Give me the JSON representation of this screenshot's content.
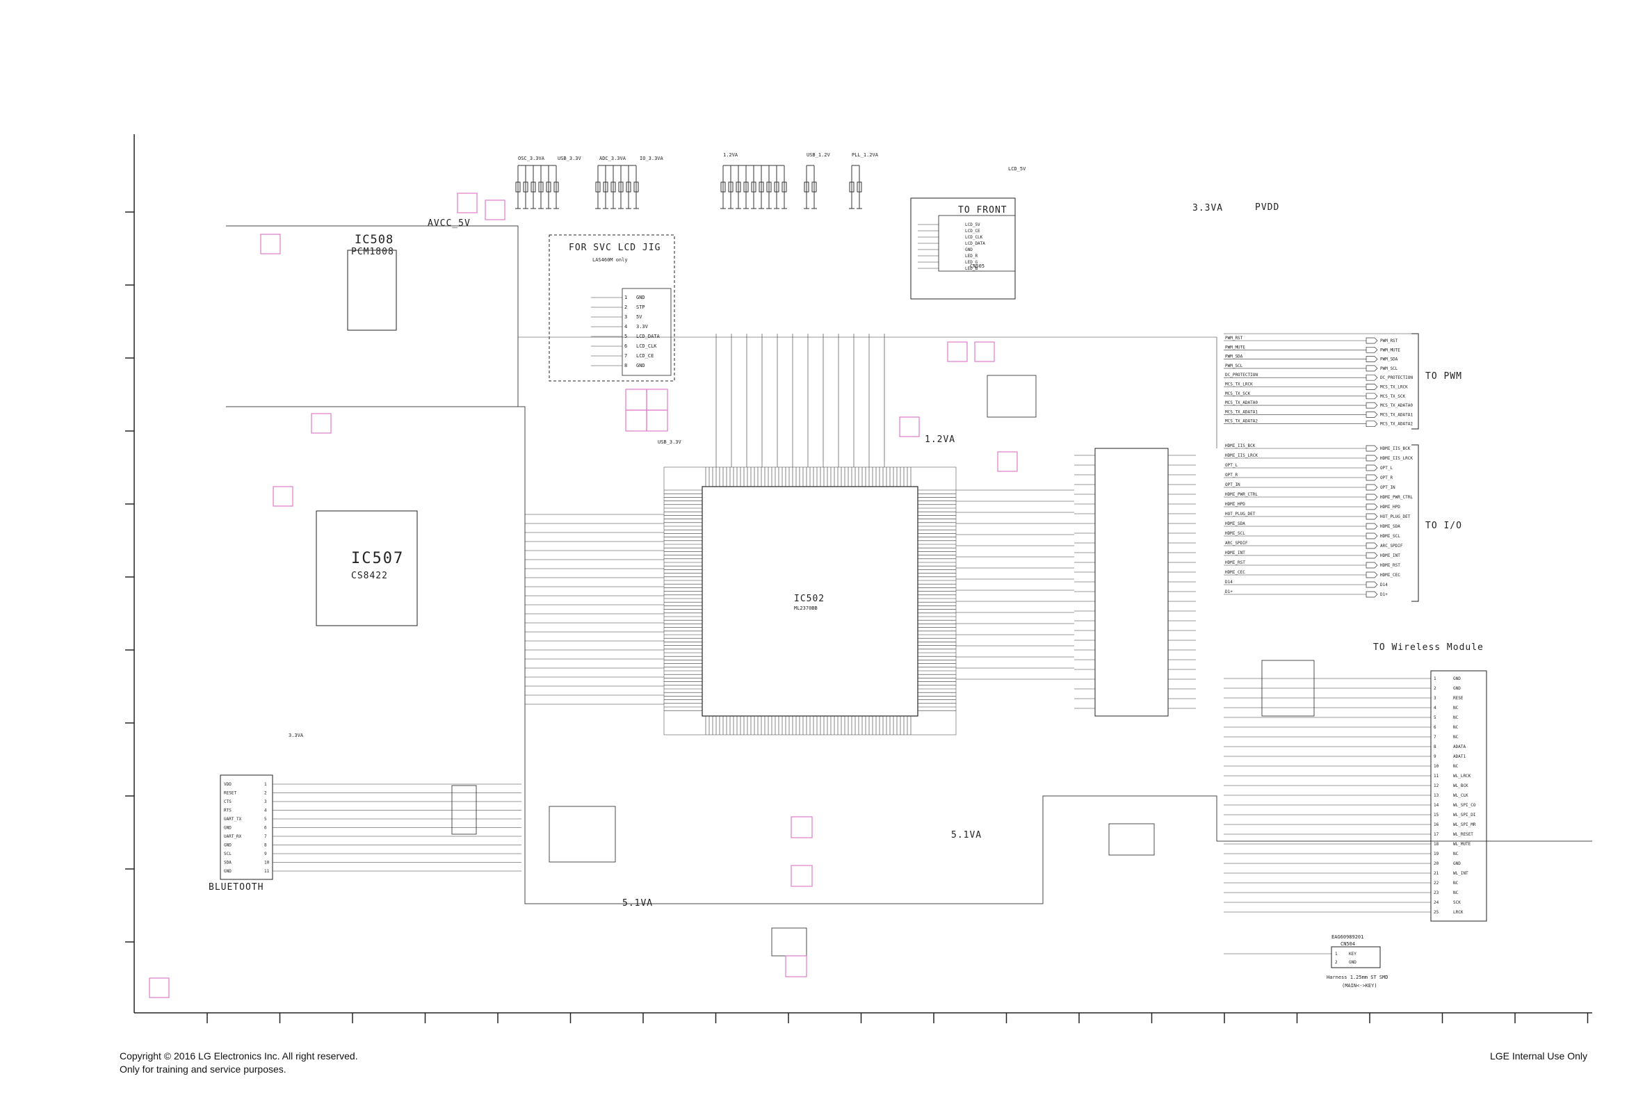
{
  "footer": {
    "copyright": "Copyright © 2016 LG Electronics Inc. All right reserved.",
    "purpose": "Only for training and service purposes.",
    "internal": "LGE Internal Use Only"
  },
  "ic_labels": [
    {
      "id": "ic508",
      "name": "IC508",
      "part": "PCM1808"
    },
    {
      "id": "ic507",
      "name": "IC507",
      "part": "CS8422"
    },
    {
      "id": "ic502",
      "name": "IC502",
      "part": "ML2370BB"
    },
    {
      "id": "cn505",
      "name": "CN505",
      "title": "TO FRONT"
    }
  ],
  "section_titles": {
    "svc_jig": "FOR SVC LCD JIG",
    "svc_jig_sub": "LAS460M only",
    "to_pwm": "TO PWM",
    "to_io": "TO I/O",
    "to_wireless": "TO Wireless Module",
    "bluetooth": "BLUETOOTH",
    "pvdd": "PVDD",
    "harness_code": "EAG60989201",
    "harness_cn": "CN504",
    "harness_line1": "Harness 1.25mm ST SMD",
    "harness_line2": "(MAIN<->KEY)"
  },
  "rails": {
    "avcc": "AVCC_5V",
    "v33a_top": "3.3VA",
    "v33a_mid": "3.3VA",
    "v12a": "1.2VA",
    "v51a_1": "5.1VA",
    "v51a_2": "5.1VA",
    "usb33": "USB_3.3V",
    "lcd5v": "LCD_5V",
    "osc": "OSC_3.3VA",
    "usb33b": "USB_3.3V",
    "adc": "ADC_3.3VA",
    "io33": "IO_3.3VA",
    "v12a_top": "1.2VA",
    "usb12": "USB_1.2V",
    "pll12": "PLL_1.2VA"
  },
  "pwm_signals": [
    "PWM_RST",
    "PWM_MUTE",
    "PWM_SDA",
    "PWM_SCL",
    "DC_PROTECTION",
    "MCS_TX_LRCK",
    "MCS_TX_SCK",
    "MCS_TX_ADATA0",
    "MCS_TX_ADATA1",
    "MCS_TX_ADATA2"
  ],
  "io_signals": [
    "HDMI_IIS_BCK",
    "HDMI_IIS_LRCK",
    "OPT_L",
    "OPT_R",
    "OPT_IN",
    "HDMI_PWR_CTRL",
    "HDMI_HPD",
    "HOT_PLUG_DET",
    "HDMI_SDA",
    "HDMI_SCL",
    "ARC_SPDIF",
    "HDMI_INT",
    "HDMI_RST",
    "HDMI_CEC",
    "D14",
    "D1+"
  ],
  "bt_pins": [
    {
      "n": "1",
      "sig": "VDD"
    },
    {
      "n": "2",
      "sig": "RESET"
    },
    {
      "n": "3",
      "sig": "CTS"
    },
    {
      "n": "4",
      "sig": "RTS"
    },
    {
      "n": "5",
      "sig": "UART_TX"
    },
    {
      "n": "6",
      "sig": "GND"
    },
    {
      "n": "7",
      "sig": "UART_RX"
    },
    {
      "n": "8",
      "sig": "GND"
    },
    {
      "n": "9",
      "sig": "SCL"
    },
    {
      "n": "10",
      "sig": "SDA"
    },
    {
      "n": "11",
      "sig": "GND"
    }
  ],
  "wireless_pins": [
    {
      "n": "1",
      "sig": "GND"
    },
    {
      "n": "2",
      "sig": "GND"
    },
    {
      "n": "3",
      "sig": "RESE"
    },
    {
      "n": "4",
      "sig": "NC"
    },
    {
      "n": "5",
      "sig": "NC"
    },
    {
      "n": "6",
      "sig": "NC"
    },
    {
      "n": "7",
      "sig": "NC"
    },
    {
      "n": "8",
      "sig": "ADATA"
    },
    {
      "n": "9",
      "sig": "ADAT1"
    },
    {
      "n": "10",
      "sig": "NC"
    },
    {
      "n": "11",
      "sig": "WL_LRCK"
    },
    {
      "n": "12",
      "sig": "WL_BCK"
    },
    {
      "n": "13",
      "sig": "WL_CLK"
    },
    {
      "n": "14",
      "sig": "WL_SPI_CO"
    },
    {
      "n": "15",
      "sig": "WL_SPI_DI"
    },
    {
      "n": "16",
      "sig": "WL_SPI_MR"
    },
    {
      "n": "17",
      "sig": "WL_RESET"
    },
    {
      "n": "18",
      "sig": "WL_MUTE"
    },
    {
      "n": "19",
      "sig": "NC"
    },
    {
      "n": "20",
      "sig": "GND"
    },
    {
      "n": "21",
      "sig": "WL_INT"
    },
    {
      "n": "22",
      "sig": "NC"
    },
    {
      "n": "23",
      "sig": "NC"
    },
    {
      "n": "24",
      "sig": "SCK"
    },
    {
      "n": "25",
      "sig": "LRCK"
    }
  ],
  "key_pins": [
    {
      "n": "1",
      "sig": "KEY"
    },
    {
      "n": "2",
      "sig": "GND"
    }
  ],
  "jig_pins": [
    {
      "n": "1",
      "sig": "GND"
    },
    {
      "n": "2",
      "sig": "STP"
    },
    {
      "n": "3",
      "sig": "5V"
    },
    {
      "n": "4",
      "sig": "3.3V"
    },
    {
      "n": "5",
      "sig": "LCD_DATA"
    },
    {
      "n": "6",
      "sig": "LCD_CLK"
    },
    {
      "n": "7",
      "sig": "LCD_CE"
    },
    {
      "n": "8",
      "sig": "GND"
    }
  ],
  "front_pins": [
    "LCD_5V",
    "LCD_CE",
    "LCD_CLK",
    "LCD_DATA",
    "GND",
    "LED_R",
    "LED_G",
    "LED_B"
  ]
}
